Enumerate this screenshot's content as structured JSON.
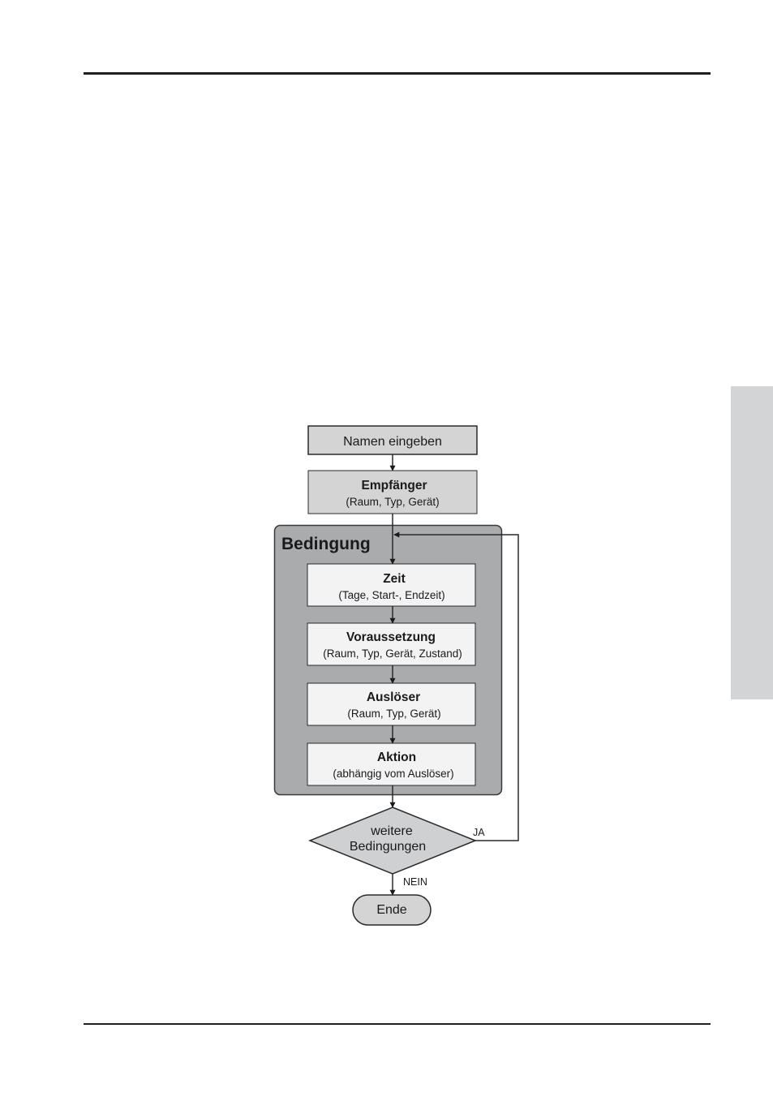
{
  "flowchart": {
    "start": {
      "label": "Namen eingeben"
    },
    "recipient": {
      "title": "Empfänger",
      "detail": "(Raum, Typ, Gerät)"
    },
    "condition_group": {
      "title": "Bedingung",
      "steps": [
        {
          "title": "Zeit",
          "detail": "(Tage, Start-, Endzeit)"
        },
        {
          "title": "Voraussetzung",
          "detail": "(Raum, Typ, Gerät, Zustand)"
        },
        {
          "title": "Auslöser",
          "detail": "(Raum, Typ, Gerät)"
        },
        {
          "title": "Aktion",
          "detail": "(abhängig vom Auslöser)"
        }
      ]
    },
    "decision": {
      "line1": "weitere",
      "line2": "Bedingungen",
      "yes_label": "JA",
      "no_label": "NEIN"
    },
    "end": {
      "label": "Ende"
    }
  },
  "colors": {
    "rule": "#1f1f1f",
    "side_tab": "#d3d4d5",
    "light_box": "#d4d4d5",
    "group_fill": "#a9abad",
    "step_fill": "#f3f3f3",
    "decision_fill": "#cfd0d1",
    "line": "#2a2a2a"
  }
}
